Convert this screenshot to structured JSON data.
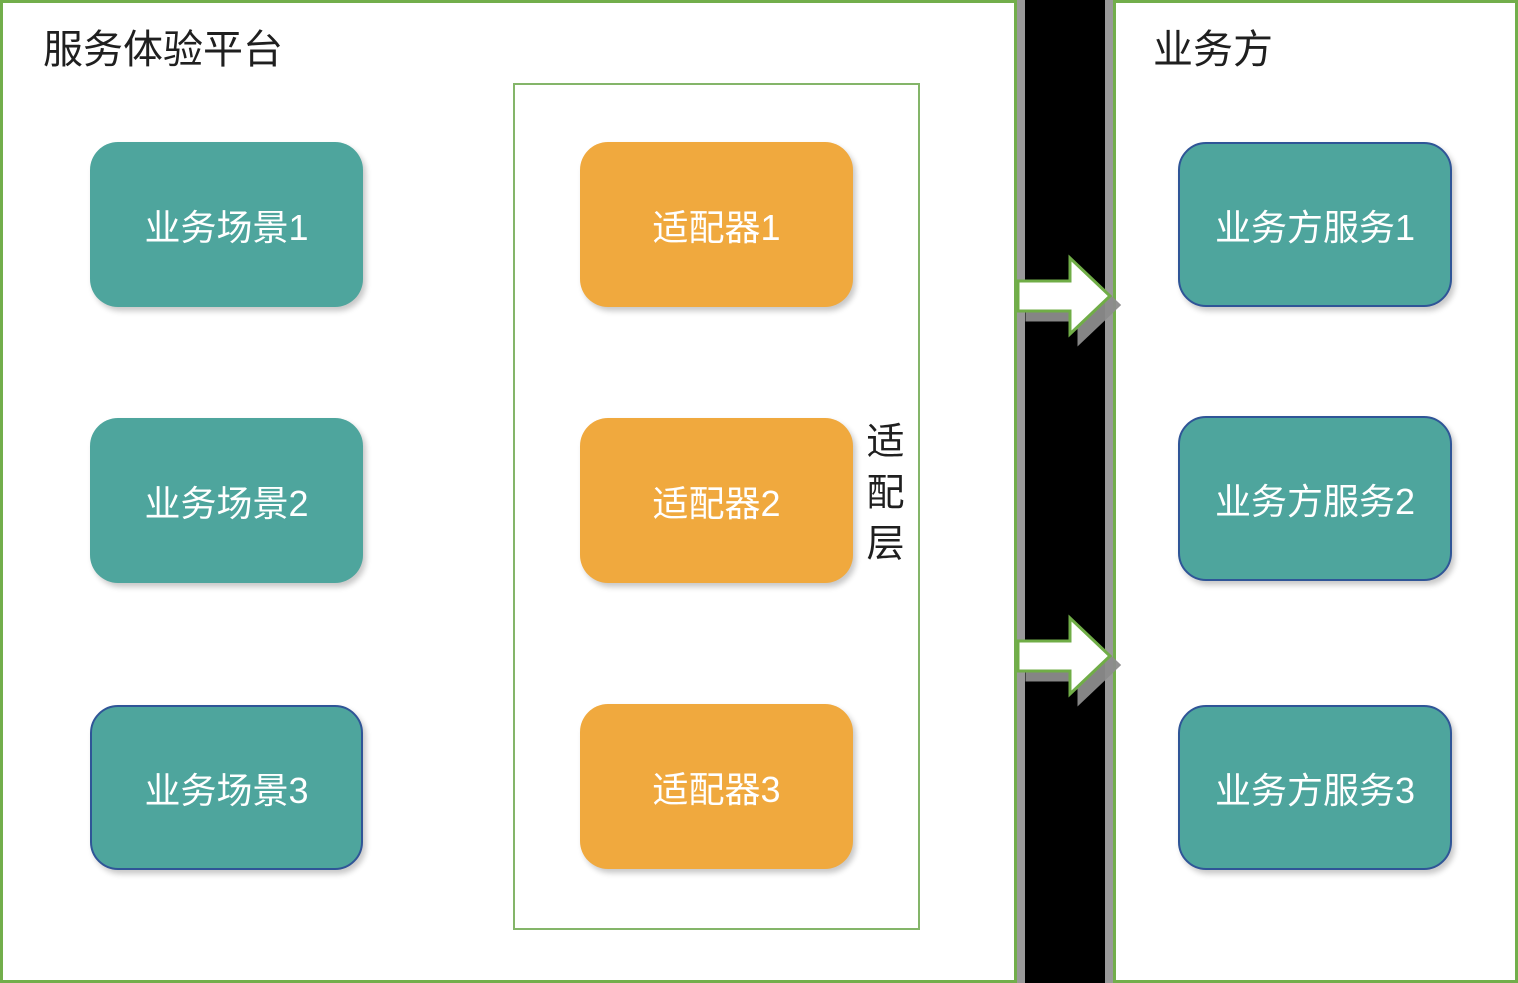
{
  "left_panel": {
    "title": "服务体验平台",
    "boxes": [
      {
        "label": "业务场景1"
      },
      {
        "label": "业务场景2"
      },
      {
        "label": "业务场景3"
      }
    ]
  },
  "adapter_column": {
    "layer_label": "适配层",
    "boxes": [
      {
        "label": "适配器1"
      },
      {
        "label": "适配器2"
      },
      {
        "label": "适配器3"
      }
    ]
  },
  "right_panel": {
    "title": "业务方",
    "boxes": [
      {
        "label": "业务方服务1"
      },
      {
        "label": "业务方服务2"
      },
      {
        "label": "业务方服务3"
      }
    ]
  },
  "connector": {
    "arrow_count": 2,
    "direction": "right"
  },
  "colors": {
    "teal_fill": "#4EA59D",
    "orange_fill": "#F0A93E",
    "panel_border_green": "#72AE4B",
    "column_border_green": "#84B569",
    "box_border_blue": "#2F5597",
    "bar_black": "#000000",
    "bar_edge_gray": "#999999",
    "arrow_outline_green": "#70AD47",
    "text_dark": "#1F1F1F",
    "text_white": "#FFFFFF"
  }
}
